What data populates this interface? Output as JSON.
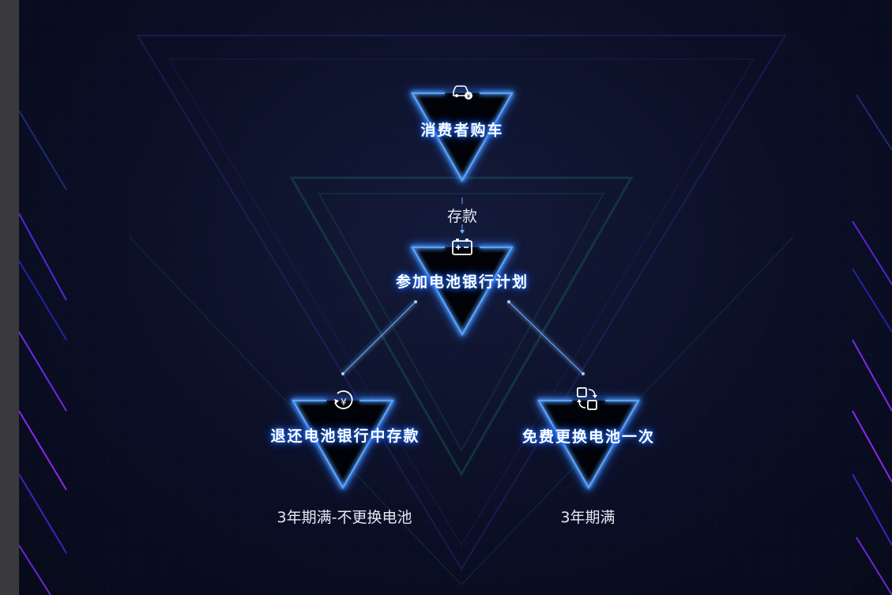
{
  "nodes": {
    "buy": {
      "label": "消费者购车",
      "icon": "car-yen-icon"
    },
    "join": {
      "label": "参加电池银行计划",
      "icon": "battery-icon"
    },
    "refund": {
      "label": "退还电池银行中存款",
      "icon": "yen-refund-icon"
    },
    "swap": {
      "label": "免费更换电池一次",
      "icon": "swap-icon"
    }
  },
  "edges": {
    "deposit_label": "存款"
  },
  "outcomes": {
    "refund_condition": "3年期满-不更换电池",
    "swap_condition": "3年期满"
  },
  "colors": {
    "background": "#0b0f26",
    "neon_blue": "#3a8bff",
    "neon_glow": "#1a5cff",
    "accent_purple": "#7a2cff",
    "accent_teal": "#1e6f6a"
  }
}
